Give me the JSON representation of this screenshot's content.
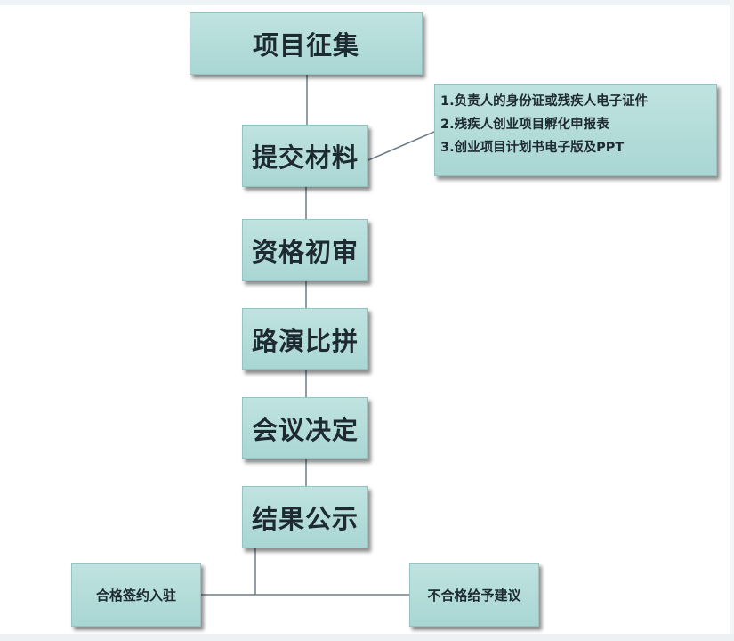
{
  "flow": {
    "stages": [
      "项目征集",
      "提交材料",
      "资格初审",
      "路演比拼",
      "会议决定",
      "结果公示"
    ],
    "materials_note": [
      "1.负责人的身份证或残疾人电子证件",
      "2.残疾人创业项目孵化申报表",
      "3.创业项目计划书电子版及PPT"
    ],
    "outcomes": {
      "pass": "合格签约入驻",
      "fail": "不合格给予建议"
    }
  },
  "colors": {
    "box_fill": "#b6dedb",
    "box_border": "#93c4c1",
    "text": "#1e2a32",
    "connector": "#6c7d88"
  }
}
